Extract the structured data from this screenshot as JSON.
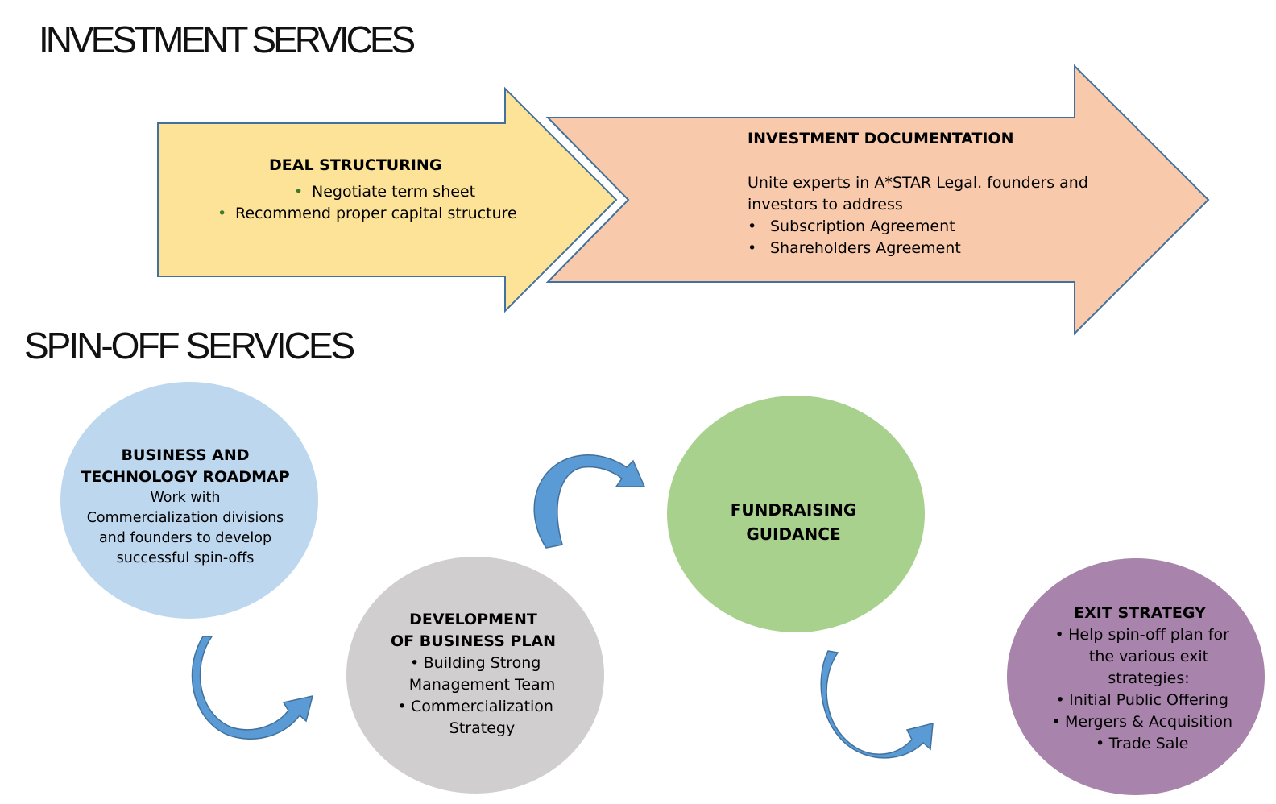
{
  "titles": {
    "investment": "INVESTMENT SERVICES",
    "spinoff": "SPIN-OFF SERVICES"
  },
  "deal_structuring": {
    "heading": "DEAL  STRUCTURING",
    "items": [
      "Negotiate term  sheet",
      "Recommend  proper  capital structure"
    ]
  },
  "investment_documentation": {
    "heading": "INVESTMENT DOCUMENTATION",
    "intro_line1": "Unite experts in A*STAR  Legal. founders and",
    "intro_line2": "investors  to   address",
    "items": [
      "Subscription Agreement",
      "Shareholders Agreement"
    ]
  },
  "business_roadmap": {
    "heading_line1": "BUSINESS AND",
    "heading_line2": "TECHNOLOGY ROADMAP",
    "body": [
      "Work with",
      "Commercialization divisions",
      "and founders to develop",
      "successful spin-offs"
    ]
  },
  "business_plan": {
    "heading_line1": "DEVELOPMENT",
    "heading_line2": "OF BUSINESS PLAN",
    "item1_line1": "Building Strong",
    "item1_line2": "Management Team",
    "item2_line1": "Commercialization",
    "item2_line2": "Strategy"
  },
  "fundraising": {
    "heading_line1": "FUNDRAISING",
    "heading_line2": "GUIDANCE"
  },
  "exit_strategy": {
    "heading": "EXIT STRATEGY",
    "item1_line1": "Help spin-off plan for",
    "item1_line2": "the various exit",
    "item1_line3": "strategies:",
    "items": [
      "Initial Public Offering",
      "Mergers & Acquisition",
      "Trade Sale"
    ]
  },
  "bullet_symbol": "•",
  "colors": {
    "deal_fill": "#fde398",
    "doc_fill": "#f8c9ab",
    "arrow_stroke": "#41719c",
    "business_fill": "#bdd7ee",
    "plan_fill": "#d0cece",
    "fund_fill": "#a9d18e",
    "exit_fill": "#a883ab",
    "curved_arrow": "#5b9bd5"
  }
}
